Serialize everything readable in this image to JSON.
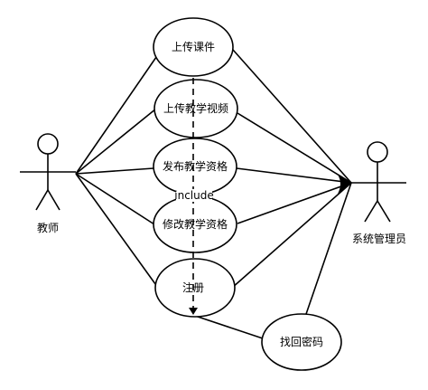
{
  "actors": {
    "teacher": "教师",
    "admin": "系统管理员"
  },
  "use_cases": {
    "upload_courseware": "上传课件",
    "upload_video": "上传教学视频",
    "publish_qualification": "发布教学资格",
    "modify_qualification": "修改教学资格",
    "register": "注册",
    "recover_password": "找回密码"
  },
  "relations": {
    "include": "include"
  }
}
